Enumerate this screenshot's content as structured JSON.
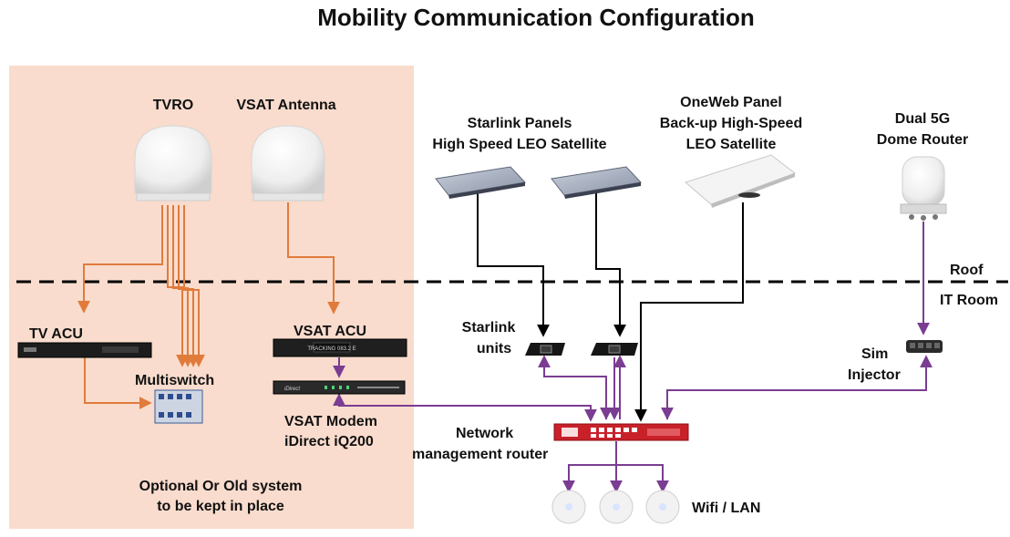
{
  "title": "Mobility Communication Configuration",
  "colors": {
    "legacy_zone_bg": "#f9dccd",
    "orange_link": "#e07b3c",
    "purple_link": "#7a3d92",
    "black_link": "#000000",
    "router_red": "#c8212a"
  },
  "zones": {
    "legacy_note_line1": "Optional Or Old system",
    "legacy_note_line2": "to be kept in place",
    "roof": "Roof",
    "it_room": "IT Room"
  },
  "devices": {
    "tvro": "TVRO",
    "vsat_antenna": "VSAT Antenna",
    "starlink_line1": "Starlink Panels",
    "starlink_line2": "High Speed LEO Satellite",
    "oneweb_line1": "OneWeb Panel",
    "oneweb_line2": "Back-up High-Speed",
    "oneweb_line3": "LEO Satellite",
    "dome_line1": "Dual 5G",
    "dome_line2": "Dome Router",
    "tv_acu": "TV ACU",
    "multiswitch": "Multiswitch",
    "vsat_acu": "VSAT ACU",
    "vsat_acu_display": "TRACKING 083.2 E",
    "vsat_modem_line1": "VSAT Modem",
    "vsat_modem_line2": "iDirect  iQ200",
    "modem_brand": "iDirect",
    "starlink_units_line1": "Starlink",
    "starlink_units_line2": "units",
    "sim_line1": "Sim",
    "sim_line2": "Injector",
    "router_line1": "Network",
    "router_line2": "management router",
    "wifi": "Wifi / LAN"
  }
}
